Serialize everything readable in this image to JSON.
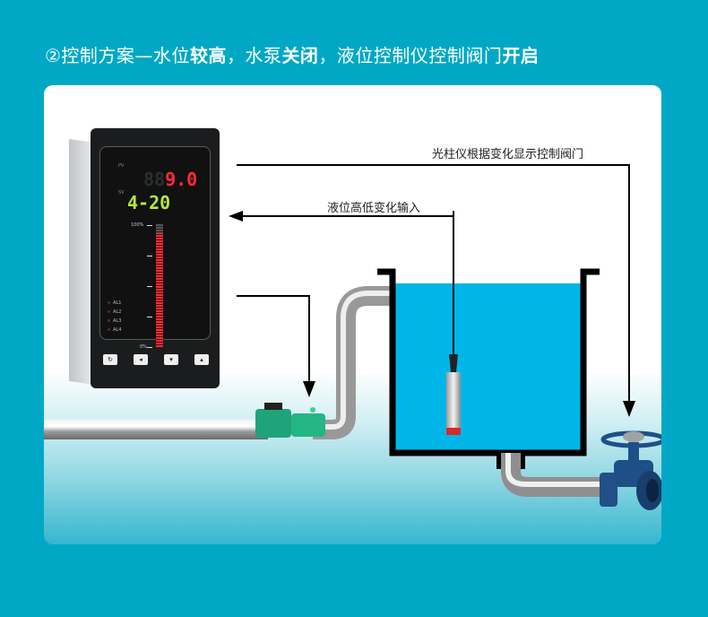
{
  "header": {
    "title_parts": [
      {
        "text": "②控制方案—水位",
        "bold": false
      },
      {
        "text": "较高",
        "bold": true
      },
      {
        "text": "，水泵",
        "bold": false
      },
      {
        "text": "关闭",
        "bold": true
      },
      {
        "text": "，液位控制仪控制阀门",
        "bold": false
      },
      {
        "text": "开启",
        "bold": true
      }
    ]
  },
  "diagram": {
    "labels": {
      "bargraph_to_valve": "光柱仪根据变化显示控制阀门",
      "level_input": "液位高低变化输入"
    },
    "meter": {
      "pv_label": "PV",
      "sv_label": "SV",
      "pv_value": "9.0",
      "pv_ghost": "88",
      "sv_value": "4-20",
      "bar_top_label": "100%",
      "bar_bottom_label": "0%",
      "alarms": [
        "AL1",
        "AL2",
        "AL3",
        "AL4"
      ],
      "buttons": [
        "↻",
        "◂",
        "▾",
        "▴"
      ]
    },
    "colors": {
      "background": "#00a8c6",
      "water": "#00b6e8",
      "tank_wall": "#000000",
      "pv_digits": "#ff2a3a",
      "sv_digits": "#b6e83a",
      "pump": "#1fa37a",
      "valve": "#1e4f86"
    }
  }
}
